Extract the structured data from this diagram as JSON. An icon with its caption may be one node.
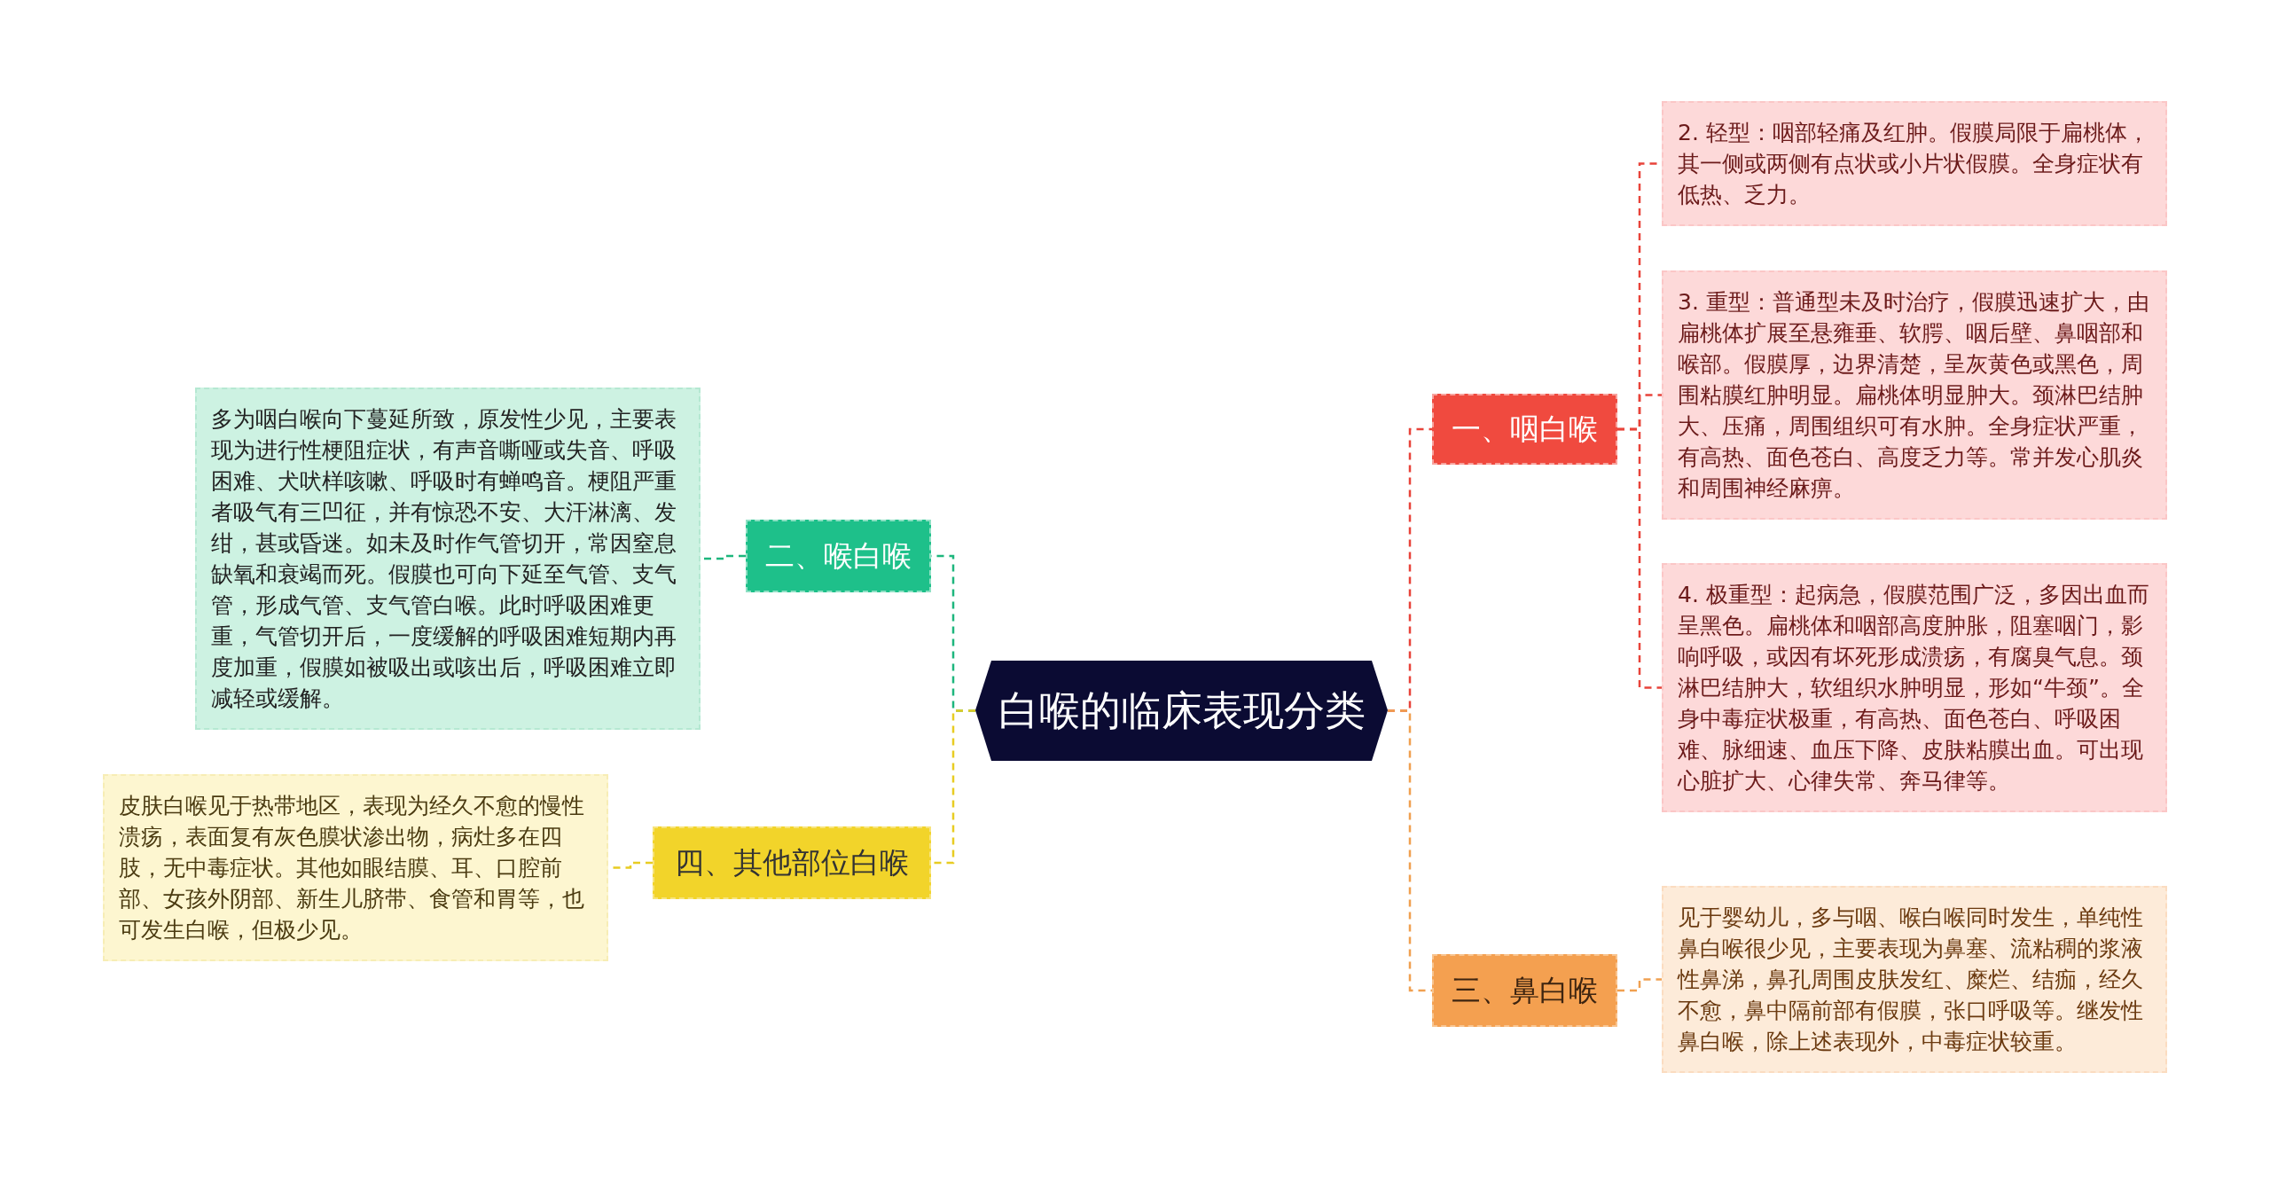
{
  "diagram": {
    "nodes": [
      {
        "text": [
          "白喉的临床表现分类"
        ]
      },
      {
        "text": [
          "一、咽白喉"
        ]
      },
      {
        "text": [
          "2. 轻型：咽部轻痛及红肿。假膜局限于扁桃体，其一侧或两侧有点状或小片状假膜。全身症状有低热、乏力。"
        ]
      },
      {
        "text": [
          "3. 重型：普通型未及时治疗，假膜迅速扩大，由扁桃体扩展至悬雍垂、软腭、咽后壁、鼻咽部和喉部。假膜厚，边界清楚，呈灰黄色或黑色，周围粘膜红肿明显。扁桃体明显肿大。颈淋巴结肿大、压痛，周围组织可有水肿。全身症状严重，有高热、面色苍白、高度乏力等。常并发心肌炎和周围神经麻痹。"
        ]
      },
      {
        "text": [
          "4. 极重型：起病急，假膜范围广泛，多因出血而呈黑色。扁桃体和咽部高度肿胀，阻塞咽门，影响呼吸，或因有坏死形成溃疡，有腐臭气息。颈淋巴结肿大，软组织水肿明显，形如“牛颈”。全身中毒症状极重，有高热、面色苍白、呼吸困难、脉细速、血压下降、皮肤粘膜出血。可出现心脏扩大、心律失常、奔马律等。"
        ]
      },
      {
        "text": [
          "三、鼻白喉"
        ]
      },
      {
        "text": [
          "见于婴幼儿，多与咽、喉白喉同时发生，单纯性鼻白喉很少见，主要表现为鼻塞、流粘稠的浆液性鼻涕，鼻孔周围皮肤发红、糜烂、结痂，经久不愈，鼻中隔前部有假膜，张口呼吸等。继发性鼻白喉，除上述表现外，中毒症状较重。"
        ]
      },
      {
        "text": [
          "二、喉白喉"
        ]
      },
      {
        "text": [
          "多为咽白喉向下蔓延所致，原发性少见，主要表现为进行性梗阻症状，有声音嘶哑或失音、呼吸困难、犬吠样咳嗽、呼吸时有蝉鸣音。梗阻严重者吸气有三凹征，并有惊恐不安、大汗淋漓、发绀，甚或昏迷。如未及时作气管切开，常因窒息缺氧和衰竭而死。假膜也可向下延至气管、支气管，形成气管、支气管白喉。此时呼吸困难更重，气管切开后，一度缓解的呼吸困难短期内再度加重，假膜如被吸出或咳出后，呼吸困难立即减轻或缓解。"
        ]
      },
      {
        "text": [
          "四、其他部位白喉"
        ]
      },
      {
        "text": [
          "皮肤白喉见于热带地区，表现为经久不愈的慢性溃疡，表面复有灰色膜状渗出物，病灶多在四肢，无中毒症状。其他如眼结膜、耳、口腔前部、女孩外阴部、新生儿脐带、食管和胃等，也可发生白喉，但极少见。"
        ]
      }
    ],
    "edges": [
      {
        "from": 0,
        "to": 1,
        "arrow": "none",
        "style": "dashed",
        "color": "#e8433a"
      },
      {
        "from": 1,
        "to": 2,
        "arrow": "none",
        "style": "dashed",
        "color": "#e8433a"
      },
      {
        "from": 1,
        "to": 3,
        "arrow": "none",
        "style": "dashed",
        "color": "#e8433a"
      },
      {
        "from": 1,
        "to": 4,
        "arrow": "none",
        "style": "dashed",
        "color": "#e8433a"
      },
      {
        "from": 0,
        "to": 5,
        "arrow": "none",
        "style": "dashed",
        "color": "#f0a050"
      },
      {
        "from": 5,
        "to": 6,
        "arrow": "none",
        "style": "dashed",
        "color": "#f0a050"
      },
      {
        "from": 0,
        "to": 7,
        "arrow": "none",
        "style": "dashed",
        "color": "#1db67d"
      },
      {
        "from": 7,
        "to": 8,
        "arrow": "none",
        "style": "dashed",
        "color": "#1db67d"
      },
      {
        "from": 0,
        "to": 9,
        "arrow": "none",
        "style": "dashed",
        "color": "#e8cc22"
      },
      {
        "from": 9,
        "to": 10,
        "arrow": "none",
        "style": "dashed",
        "color": "#e8cc22"
      }
    ]
  }
}
